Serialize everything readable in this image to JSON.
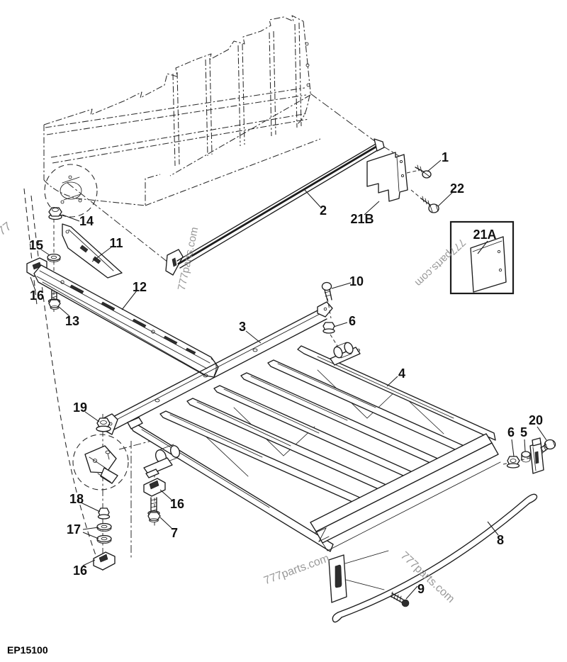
{
  "footer": {
    "code": "EP15100"
  },
  "watermarks": {
    "full": "777parts.com",
    "partial": "777"
  },
  "callouts": {
    "n1": "1",
    "n2": "2",
    "n3": "3",
    "n4": "4",
    "n5": "5",
    "n6a": "6",
    "n6b": "6",
    "n7": "7",
    "n8": "8",
    "n9": "9",
    "n10": "10",
    "n11": "11",
    "n12": "12",
    "n13": "13",
    "n14": "14",
    "n15": "15",
    "n16a": "16",
    "n16b": "16",
    "n16c": "16",
    "n17": "17",
    "n18": "18",
    "n19": "19",
    "n20": "20",
    "n21a": "21A",
    "n21b": "21B",
    "n22": "22"
  }
}
